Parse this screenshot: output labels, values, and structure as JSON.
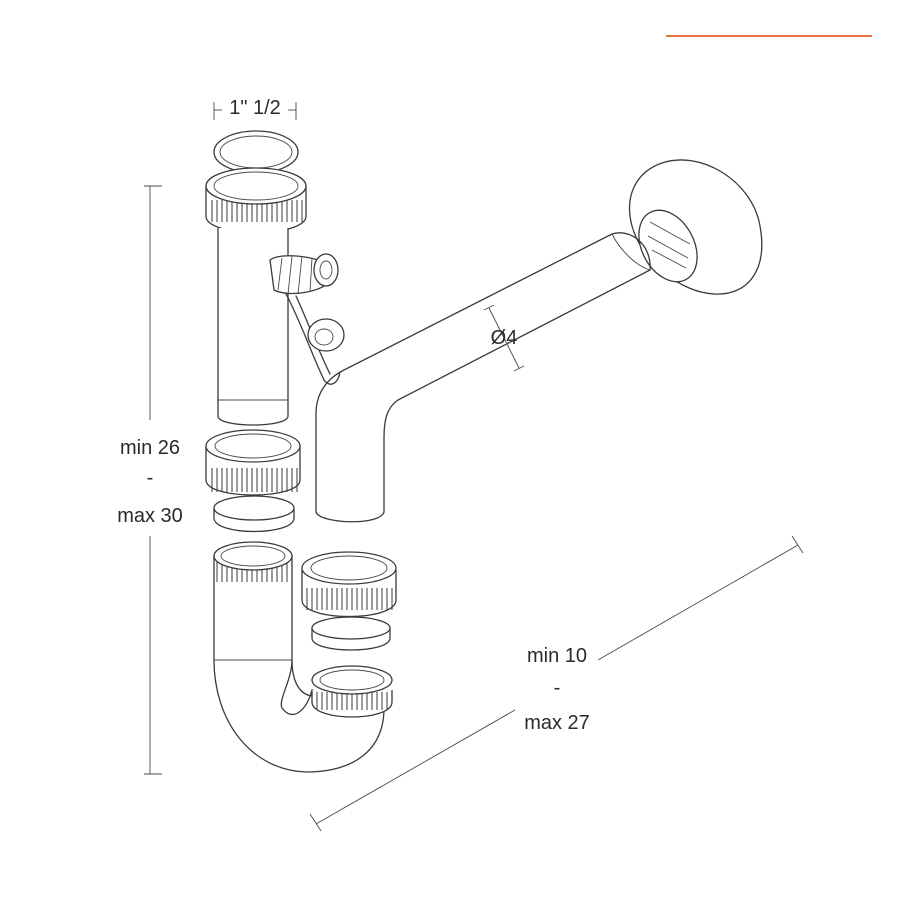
{
  "diagram": {
    "accent_color": "#e8733c",
    "line_color": "#3a3a3a",
    "labels": {
      "inlet_size": "1\" 1/2",
      "height_min": "min 26",
      "height_dash": "-",
      "height_max": "max 30",
      "pipe_diameter": "Ø4",
      "depth_min": "min 10",
      "depth_dash": "-",
      "depth_max": "max 27"
    }
  }
}
